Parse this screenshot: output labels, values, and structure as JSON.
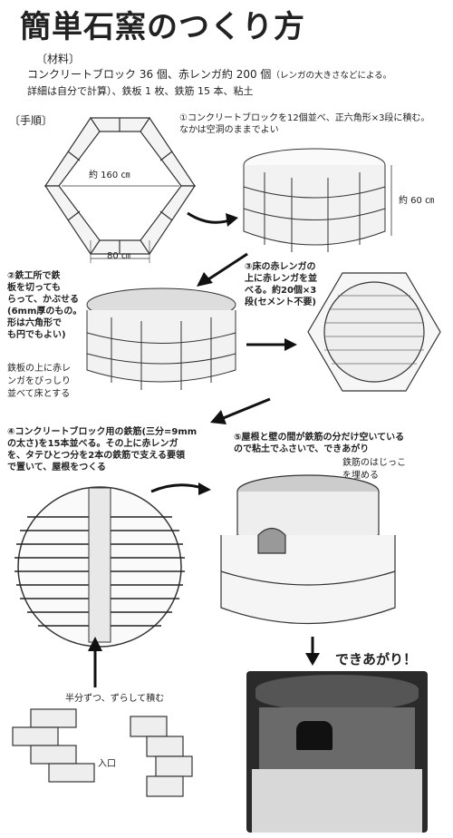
{
  "title": "簡単石窯のつくり方",
  "materials": {
    "heading": "〔材料〕",
    "line1": "コンクリートブロック 36 個、赤レンガ約 200 個",
    "line1_note": "（レンガの大きさなどによる。",
    "line2": "詳細は自分で計算）、鉄板 1 枚、鉄筋 15 本、粘土"
  },
  "steps_heading": "〔手順〕",
  "steps": {
    "s1": "①コンクリートブロックを12個並べ、正六角形×3段に積む。\nなかは空洞のままでよい",
    "s2": "②鉄工所で鉄\n板を切っても\nらって、かぶせる\n(6mm厚のもの。\n形は六角形で\nも円でもよい)",
    "s2_note": "鉄板の上に赤レ\nンガをびっしり\n並べて床とする",
    "s3": "③床の赤レンガの\n上に赤レンガを並\nべる。約20個×3\n段(セメント不要)",
    "s4": "④コンクリートブロック用の鉄筋(三分=9mm\nの太さ)を15本並べる。その上に赤レンガ\nを、タテひとつ分を2本の鉄筋で支える要領\nで置いて、屋根をつくる",
    "s5": "⑤屋根と壁の間が鉄筋の分だけ空いている\nので粘土でふさいで、できあがり"
  },
  "dimensions": {
    "diameter": "約 160 ㎝",
    "side": "80 ㎝",
    "height": "約 60 ㎝"
  },
  "notes": {
    "rebar_ends": "鉄筋のはじっこ\nを埋める",
    "stagger": "半分ずつ、ずらして積む",
    "entrance": "入口",
    "done": "できあがり！"
  }
}
